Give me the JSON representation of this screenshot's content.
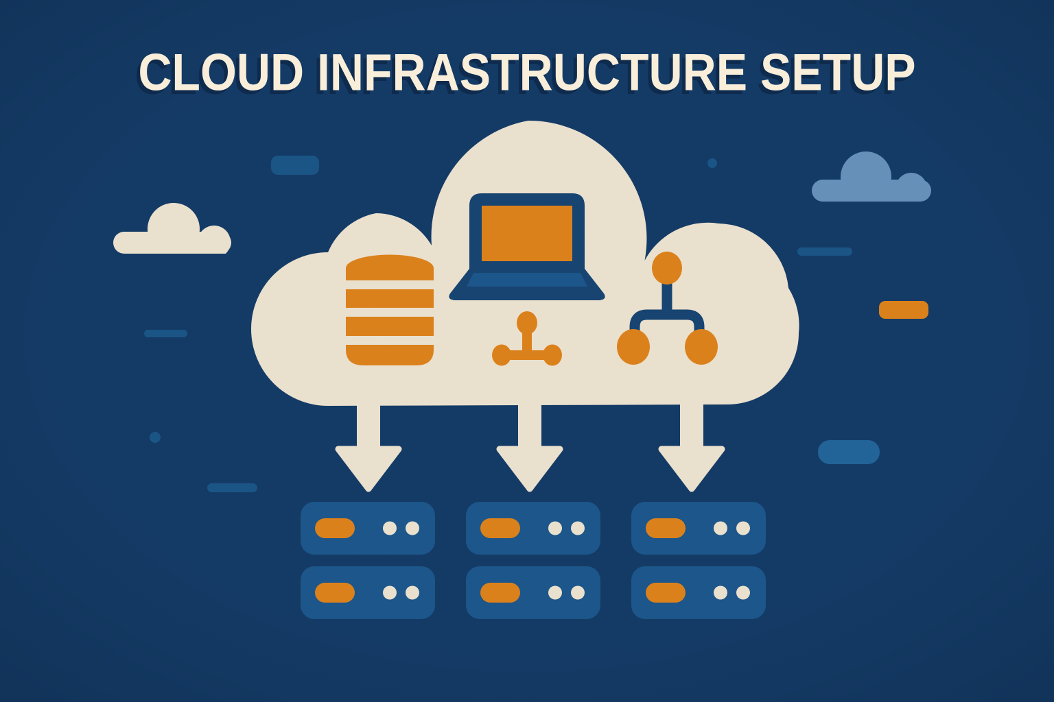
{
  "title": "CLOUD INFRASTRUCTURE SETUP",
  "illustration": {
    "type": "flat-infographic",
    "cloud_icons": [
      {
        "name": "database-icon",
        "meaning": "cloud database storage"
      },
      {
        "name": "laptop-icon",
        "meaning": "client computer"
      },
      {
        "name": "network-node-icon",
        "meaning": "small network junction"
      },
      {
        "name": "network-tree-icon",
        "meaning": "network topology"
      }
    ],
    "arrows_from_cloud": 3,
    "server_grid": {
      "rows": 2,
      "columns": 3,
      "units": 6,
      "unit_features": [
        "orange-status-pill",
        "two-indicator-dots"
      ]
    },
    "decorations": [
      "small-cream-cloud-left",
      "small-light-blue-cloud-right",
      "sky-dash-top-left",
      "sky-dot-top-center",
      "sky-thin-dash-right",
      "orange-dash-right",
      "sky-thin-dash-left",
      "sky-dot-left",
      "sky-dash-bottom-left",
      "sky-dash-bottom-right"
    ]
  },
  "colors": {
    "background": "#163F6C",
    "cream": "#F8EEDA",
    "orange": "#E8891E",
    "panel_blue": "#1E5C92",
    "navy": "#194878",
    "light_blue_cloud": "#6E99C4",
    "dash_blue": "#1D5A8E",
    "dash_blue_bright": "#2569A1"
  }
}
